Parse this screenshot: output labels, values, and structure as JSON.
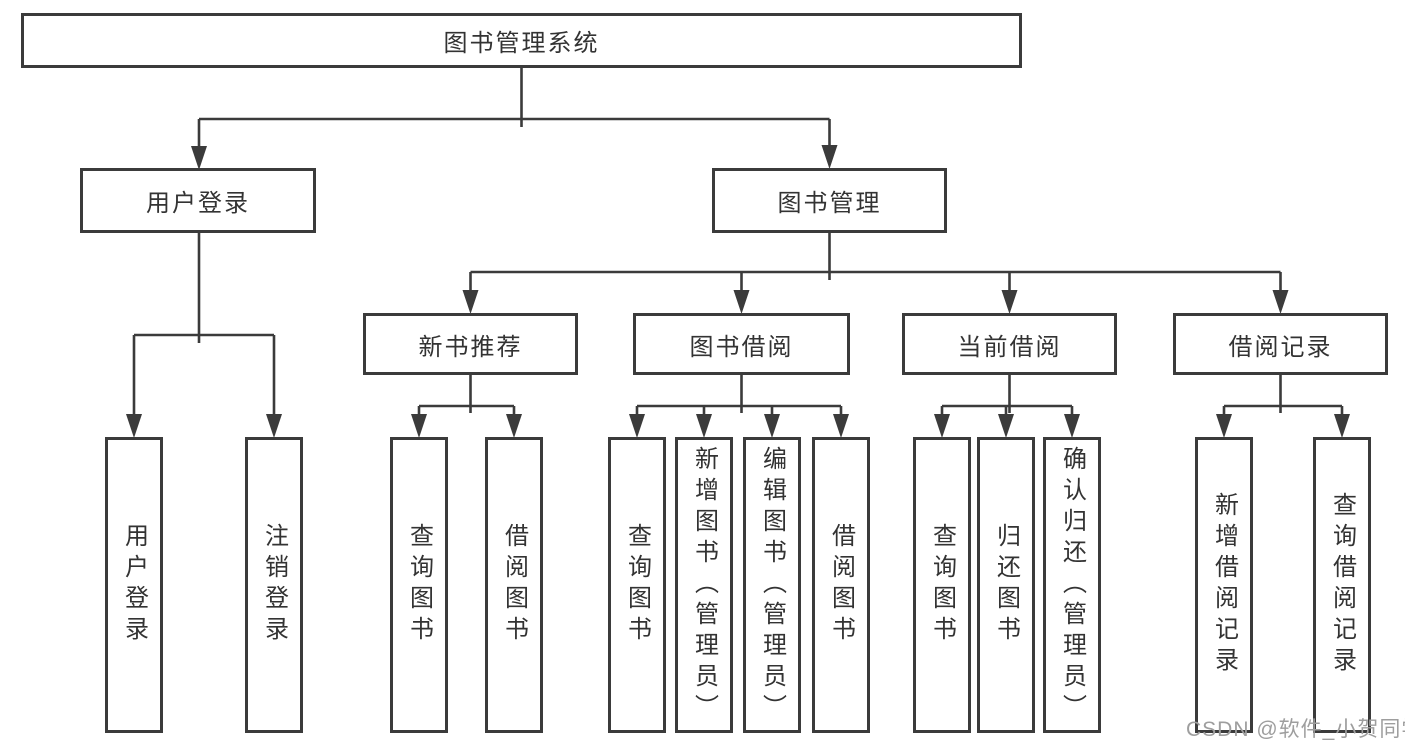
{
  "diagram_title": "图书管理系统",
  "tree": {
    "root": {
      "label": "图书管理系统"
    },
    "branches": [
      {
        "label": "用户登录",
        "children": [
          {
            "label": "用户登录"
          },
          {
            "label": "注销登录"
          }
        ]
      },
      {
        "label": "图书管理",
        "children": [
          {
            "label": "新书推荐",
            "children": [
              {
                "label": "查询图书"
              },
              {
                "label": "借阅图书"
              }
            ]
          },
          {
            "label": "图书借阅",
            "children": [
              {
                "label": "查询图书"
              },
              {
                "label": "新增图书（管理员）"
              },
              {
                "label": "编辑图书（管理员）"
              },
              {
                "label": "借阅图书"
              }
            ]
          },
          {
            "label": "当前借阅",
            "children": [
              {
                "label": "查询图书"
              },
              {
                "label": "归还图书"
              },
              {
                "label": "确认归还（管理员）"
              }
            ]
          },
          {
            "label": "借阅记录",
            "children": [
              {
                "label": "新增借阅记录"
              },
              {
                "label": "查询借阅记录"
              }
            ]
          }
        ]
      }
    ]
  },
  "watermark": {
    "text": "CSDN @软件_小贺同学"
  },
  "colors": {
    "line": "#3b3b3b",
    "text": "#333333",
    "watermark": "#9e9e9e",
    "background": "#ffffff"
  }
}
